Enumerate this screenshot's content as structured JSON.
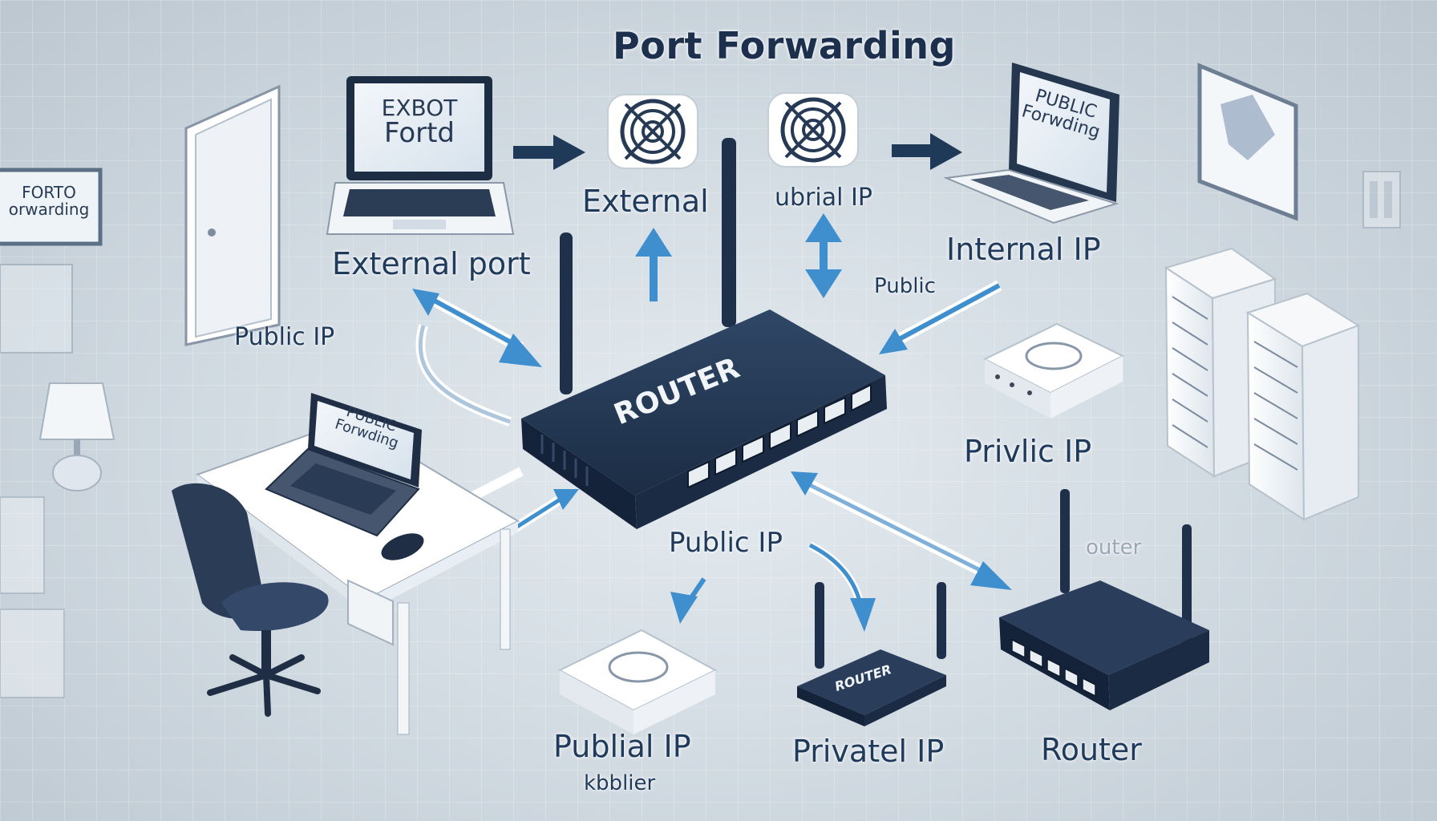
{
  "title": "Port Forwarding",
  "labels": {
    "external_port": "External port",
    "public_ip_left": "Public IP",
    "external_top": "External",
    "ubrial_ip": "ubrial IP",
    "internal_ip": "Internal IP",
    "public_small": "Public",
    "privlic_ip": "Privlic IP",
    "public_ip_center": "Public IP",
    "publial_ip": "Publial IP",
    "kbblier": "kbblier",
    "privatel_ip": "Privatel IP",
    "router_bottom": "Router",
    "router_faint": "outer"
  },
  "device_text": {
    "main_router": "ROUTER",
    "small_router": "ROUTER",
    "laptop_top_line1": "EXBOT",
    "laptop_top_line2": "Fortd",
    "laptop_right_line1": "PUBLIC",
    "laptop_right_line2": "Forwding",
    "desk_laptop_line1": "PUBLIC",
    "desk_laptop_line2": "Forwding",
    "sign_line1": "FORTO",
    "sign_line2": "orwarding"
  },
  "colors": {
    "router_body": "#233650",
    "arrow_blue": "#3f8fcf",
    "arrow_dark": "#1f3a58",
    "text": "#1f3a5a"
  },
  "icons": [
    "router-icon",
    "laptop-icon",
    "server-rack-icon",
    "fan-icon",
    "door-icon",
    "lamp-icon",
    "desk-icon",
    "office-chair-icon",
    "modem-icon",
    "wall-frame-icon"
  ]
}
